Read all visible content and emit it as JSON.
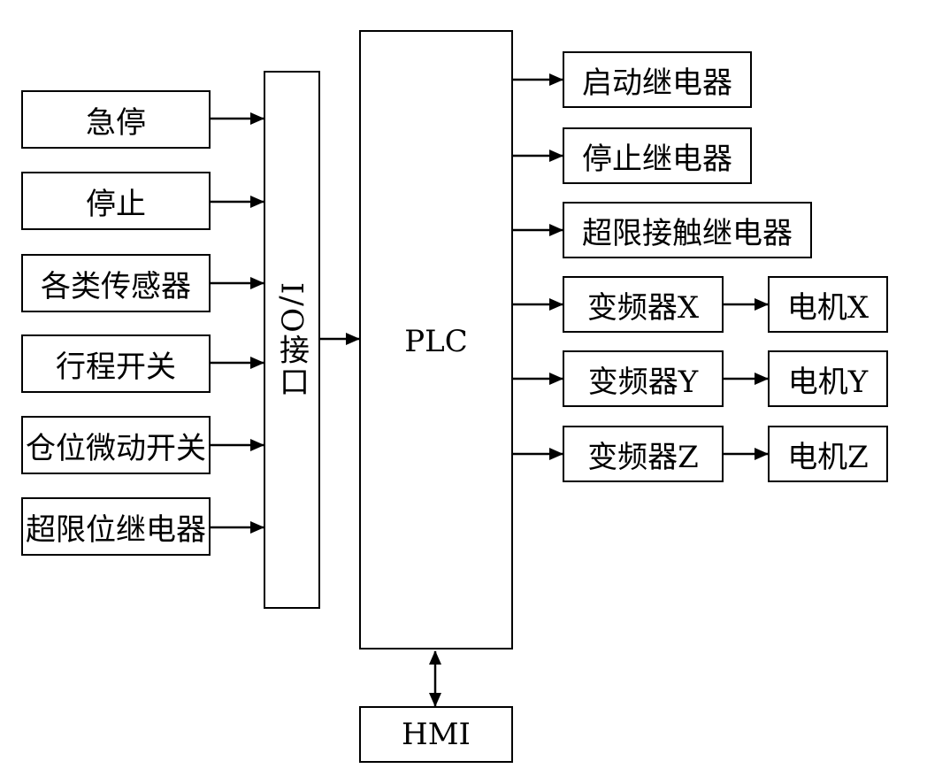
{
  "inputs": [
    "急停",
    "停止",
    "各类传感器",
    "行程开关",
    "仓位微动开关",
    "超限位继电器"
  ],
  "io_interface": "I/O接口",
  "plc": "PLC",
  "relays": [
    "启动继电器",
    "停止继电器",
    "超限接触继电器"
  ],
  "inverters": [
    "变频器X",
    "变频器Y",
    "变频器Z"
  ],
  "motors": [
    "电机X",
    "电机Y",
    "电机Z"
  ],
  "hmi": "HMI"
}
